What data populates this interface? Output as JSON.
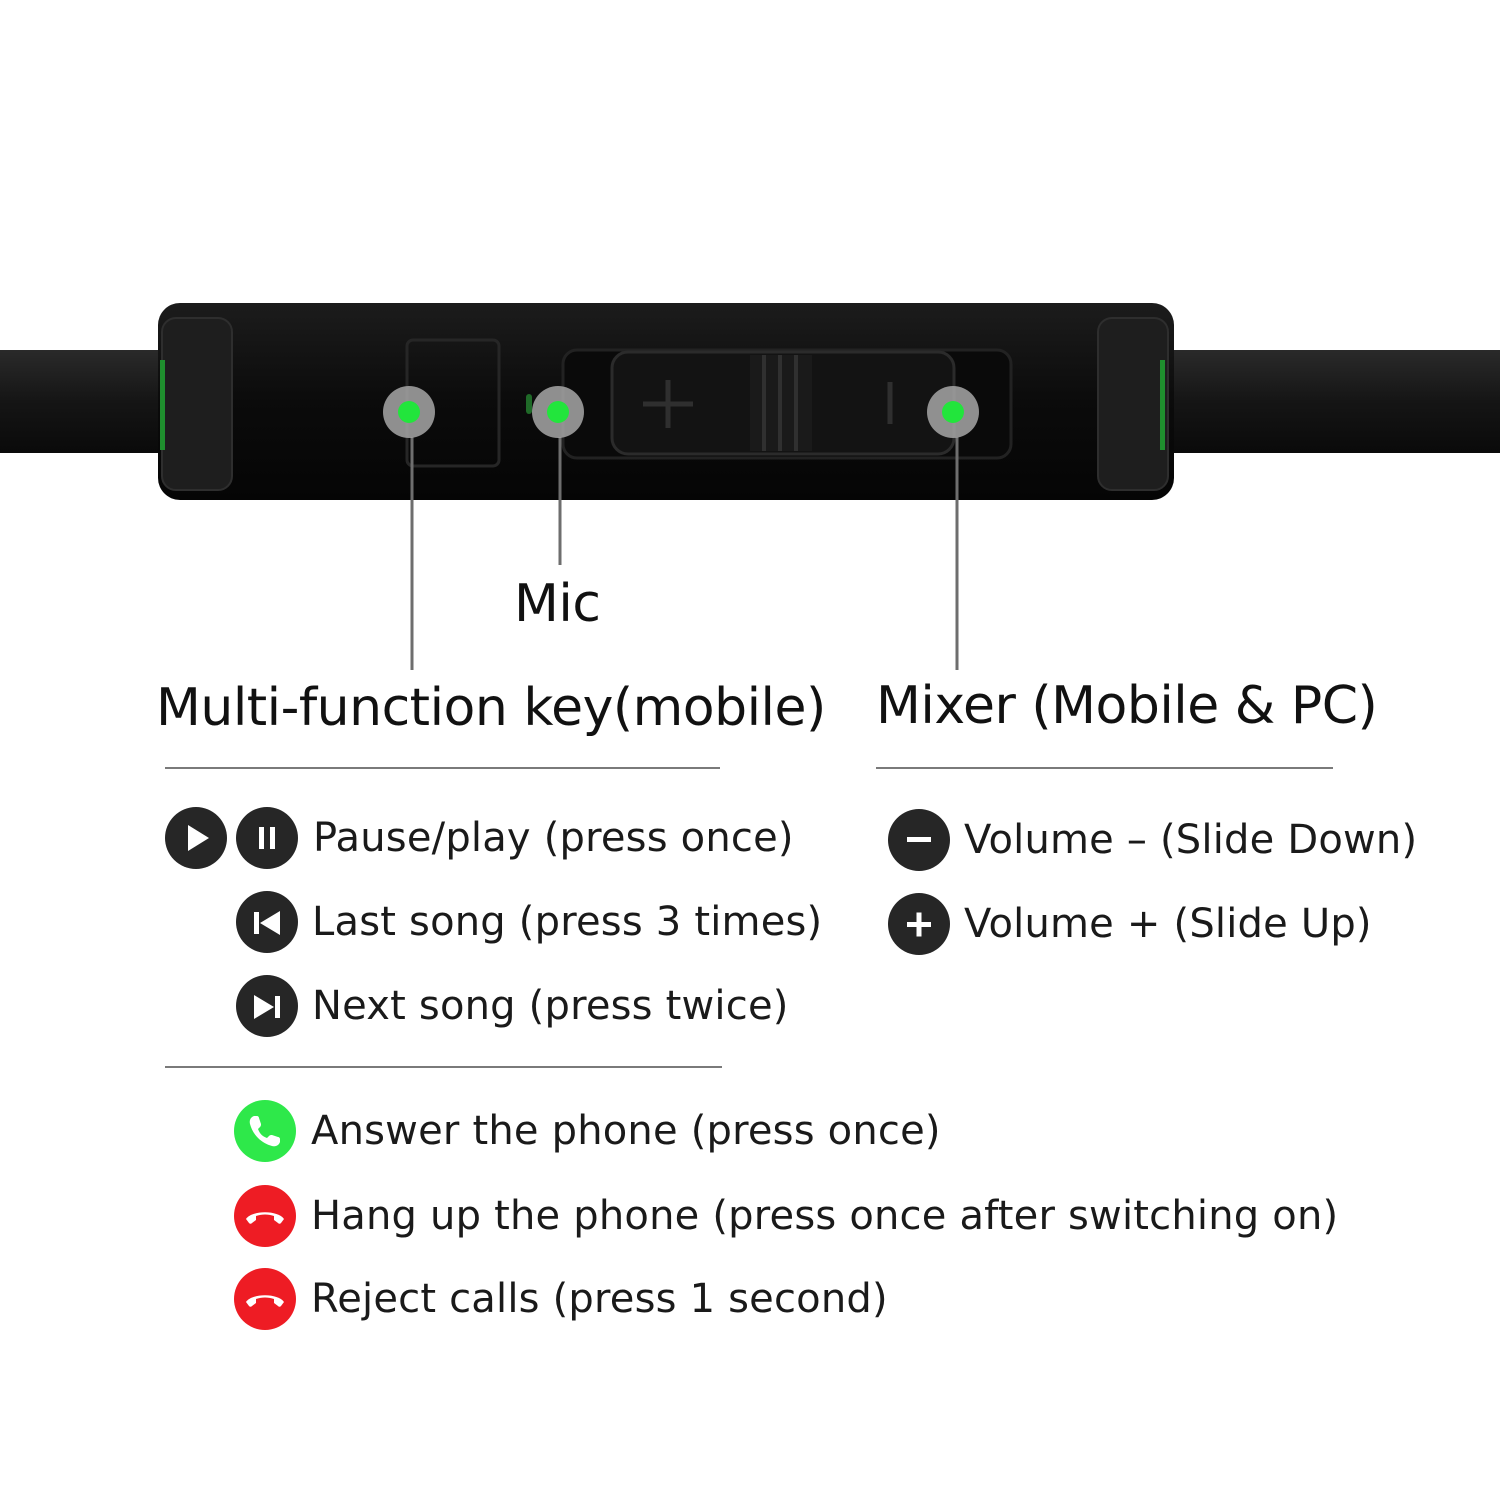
{
  "colors": {
    "accent_dot": "#22e53c",
    "device_body": "#0c0c0c",
    "icon_dark": "#262626",
    "answer_green": "#2ee84a",
    "hangup_red": "#ee1c24"
  },
  "callouts": {
    "mic": "Mic",
    "multi_function": "Multi-function key(mobile)",
    "mixer": "Mixer (Mobile & PC)"
  },
  "media_controls": [
    {
      "icons": [
        "play-icon",
        "pause-icon"
      ],
      "text": "Pause/play (press once)"
    },
    {
      "icons": [
        "previous-track-icon"
      ],
      "text": "Last song (press 3 times)"
    },
    {
      "icons": [
        "next-track-icon"
      ],
      "text": "Next song (press twice)"
    }
  ],
  "mixer_controls": [
    {
      "icon": "minus-icon",
      "text": "Volume – (Slide Down)"
    },
    {
      "icon": "plus-icon",
      "text": "Volume + (Slide Up)"
    }
  ],
  "call_controls": [
    {
      "icon": "phone-answer-icon",
      "text": "Answer the phone (press once)"
    },
    {
      "icon": "phone-hangup-icon",
      "text": "Hang up the phone (press once after switching on)"
    },
    {
      "icon": "phone-reject-icon",
      "text": "Reject calls (press 1 second)"
    }
  ]
}
